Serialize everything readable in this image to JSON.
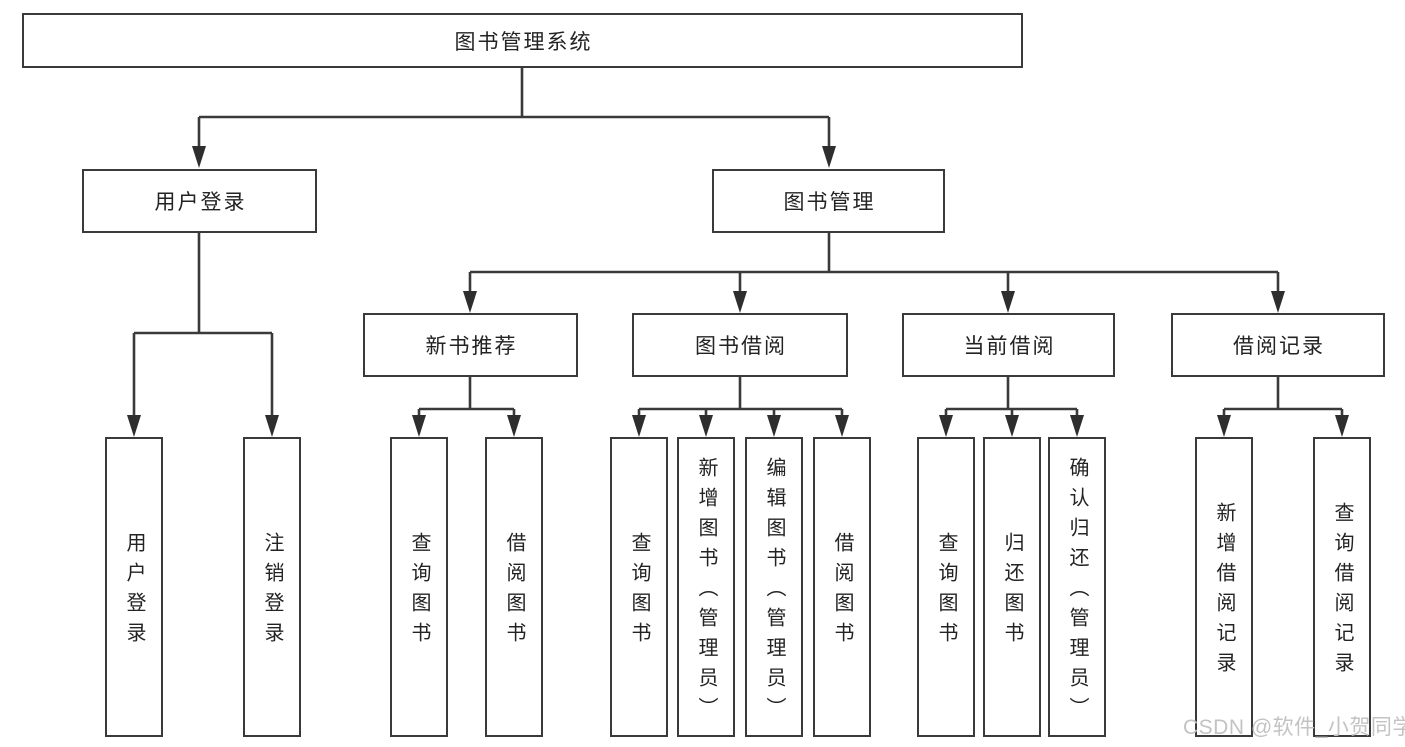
{
  "diagram": {
    "root": {
      "label": "图书管理系统"
    },
    "branches": [
      {
        "label": "用户登录",
        "children": [
          {
            "label": "用户登录"
          },
          {
            "label": "注销登录"
          }
        ]
      },
      {
        "label": "图书管理",
        "children": [
          {
            "label": "新书推荐",
            "children": [
              {
                "label": "查询图书"
              },
              {
                "label": "借阅图书"
              }
            ]
          },
          {
            "label": "图书借阅",
            "children": [
              {
                "label": "查询图书"
              },
              {
                "label": "新增图书（管理员）"
              },
              {
                "label": "编辑图书（管理员）"
              },
              {
                "label": "借阅图书"
              }
            ]
          },
          {
            "label": "当前借阅",
            "children": [
              {
                "label": "查询图书"
              },
              {
                "label": "归还图书"
              },
              {
                "label": "确认归还（管理员）"
              }
            ]
          },
          {
            "label": "借阅记录",
            "children": [
              {
                "label": "新增借阅记录"
              },
              {
                "label": "查询借阅记录"
              }
            ]
          }
        ]
      }
    ]
  },
  "watermark": {
    "text": "CSDN @软件_小贺同学"
  },
  "colors": {
    "line": "#3a3a3a",
    "arrow": "#2e2e2e",
    "box_border": "#3a3a3a",
    "box_fill": "#ffffff",
    "text": "#232323",
    "watermark": "#c3c3c3",
    "background": "#ffffff"
  }
}
